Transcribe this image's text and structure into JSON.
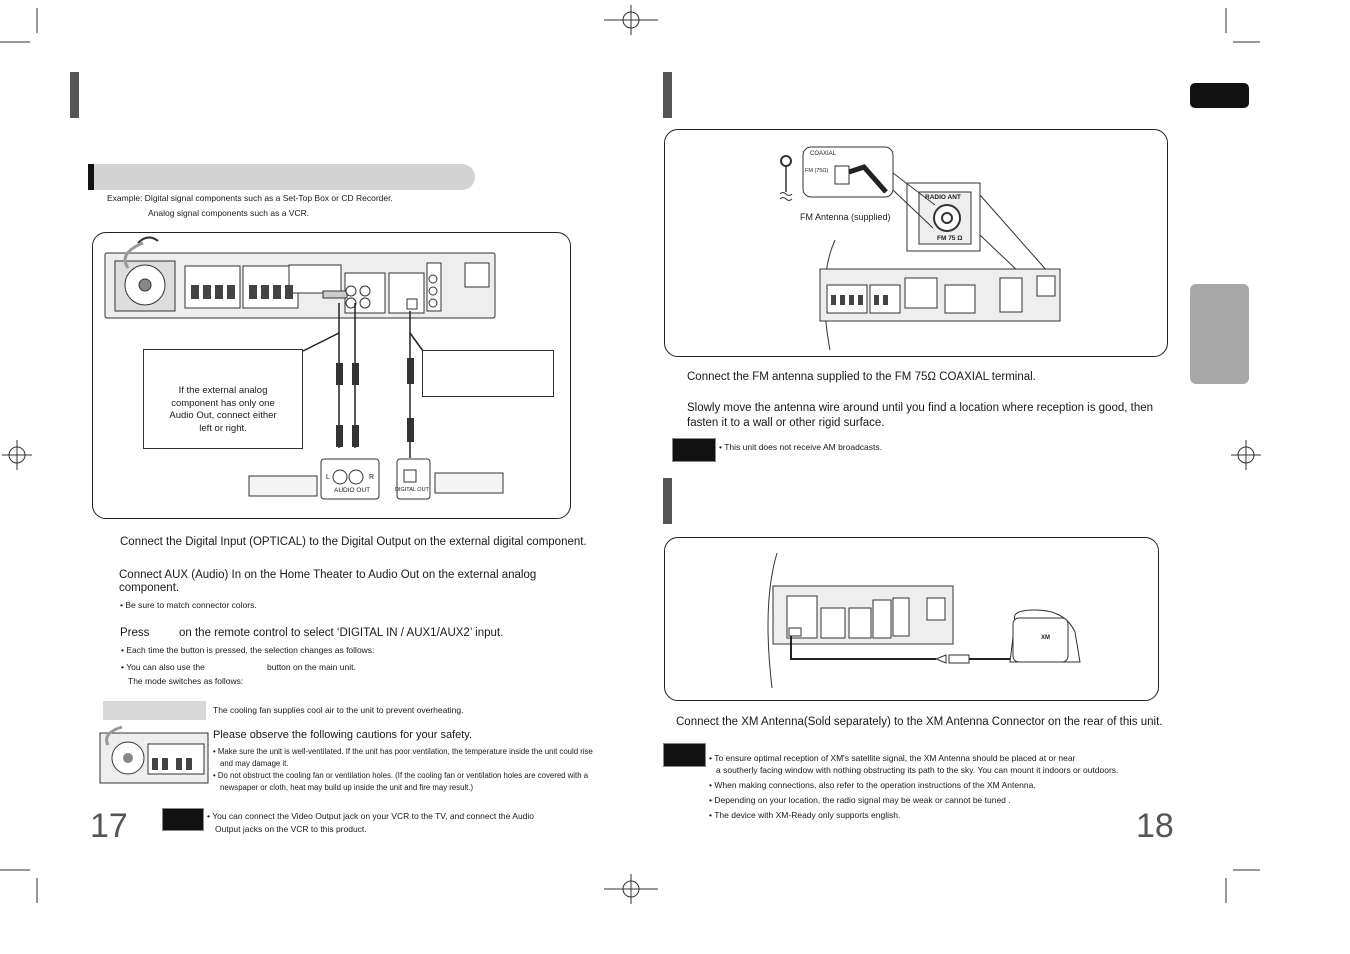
{
  "left": {
    "example_line1": "Example: Digital signal components such as a Set-Top Box or CD Recorder.",
    "example_line2": "Analog signal components such as a VCR.",
    "callout_analog": "If the external analog component has only one Audio Out, connect either left or right.",
    "audio_out_label": "AUDIO OUT",
    "audio_l": "L",
    "audio_r": "R",
    "digital_out_label": "DIGITAL OUT",
    "step1": "Connect the Digital Input (OPTICAL) to the Digital Output on the external digital component.",
    "step2_line1": "Connect AUX (Audio) In on the Home Theater to Audio Out on the external analog",
    "step2_line2": "component.",
    "step2_bullet": "Be sure to match connector colors.",
    "step3_press": "Press",
    "step3_rest": "on the remote control to select ‘DIGITAL IN / AUX1/AUX2’ input.",
    "step3_bullet1": "Each time the button is pressed, the selection changes as follows:",
    "step3_bullet2a": "You can also use the",
    "step3_bullet2b": "button on the main unit.",
    "step3_bullet2c": "The mode switches as follows:",
    "fan_intro": "The cooling fan supplies cool air to the unit to  prevent overheating.",
    "fan_caution": "Please observe the following cautions for your safety.",
    "fan_bullet1_l1": "Make sure the unit is well-ventilated. If the unit has poor ventilation, the temperature inside the unit could rise",
    "fan_bullet1_l2": "and may damage it.",
    "fan_bullet2_l1": "Do not obstruct the cooling fan or ventilation holes. (If the cooling fan or ventilation holes are covered with a",
    "fan_bullet2_l2": "newspaper or cloth, heat may build up inside the unit and fire may result.)",
    "note_l1": "You can connect the Video Output jack on your VCR to the TV, and connect the Audio",
    "note_l2": "Output jacks on the VCR to this product.",
    "page_number": "17"
  },
  "right": {
    "coaxial_label": "COAXIAL",
    "fm_label": "FM (75Ω)",
    "radio_ant_label": "RADIO ANT",
    "fm75_label": "FM 75 Ω",
    "fm_antenna_caption": "FM Antenna (supplied)",
    "step1": "Connect the FM antenna supplied to the FM 75Ω COAXIAL terminal.",
    "step2_l1": "Slowly move the antenna wire around until you find a location where reception is good, then",
    "step2_l2": "fasten it to a wall or other rigid surface.",
    "note_am": "This unit does not receive AM broadcasts.",
    "xm_step": "Connect the XM Antenna(Sold separately) to the XM Antenna Connector on the rear of this unit.",
    "xm_logo": "XM",
    "xm_b1_l1": "To ensure optimal reception of XM's satellite signal, the XM Antenna should be placed at or near",
    "xm_b1_l2": "a southerly facing window with nothing obstructing its path to the sky. You can mount it indoors or outdoors.",
    "xm_b2": "When making connections, also refer to the operation instructions of the XM Antenna.",
    "xm_b3": "Depending on your location, the radio signal may be weak or cannot be tuned .",
    "xm_b4": "The device with XM-Ready only supports english.",
    "page_number": "18"
  },
  "colors": {
    "bar": "#555555",
    "tab": "#a8a8a8",
    "pill": "#d3d3d3",
    "ink": "#1a1a1a"
  },
  "bullet": "•"
}
